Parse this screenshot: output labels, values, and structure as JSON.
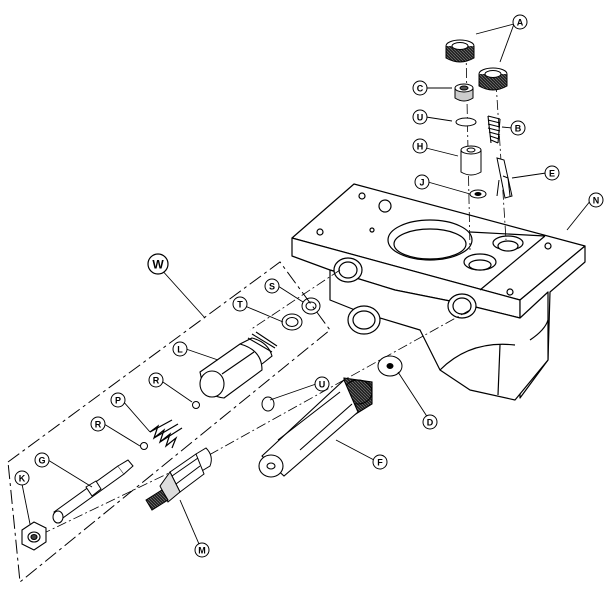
{
  "colors": {
    "line": "#000000",
    "background": "#ffffff",
    "dark_fill": "#1a1a1a",
    "mid_fill": "#bdbdbd"
  },
  "group_callout": {
    "label": "W"
  },
  "callouts": [
    {
      "id": "callout-a",
      "label": "A"
    },
    {
      "id": "callout-b",
      "label": "B"
    },
    {
      "id": "callout-c",
      "label": "C"
    },
    {
      "id": "callout-d",
      "label": "D"
    },
    {
      "id": "callout-e",
      "label": "E"
    },
    {
      "id": "callout-f",
      "label": "F"
    },
    {
      "id": "callout-g",
      "label": "G"
    },
    {
      "id": "callout-h",
      "label": "H"
    },
    {
      "id": "callout-j",
      "label": "J"
    },
    {
      "id": "callout-k",
      "label": "K"
    },
    {
      "id": "callout-l",
      "label": "L"
    },
    {
      "id": "callout-m",
      "label": "M"
    },
    {
      "id": "callout-n",
      "label": "N"
    },
    {
      "id": "callout-p",
      "label": "P"
    },
    {
      "id": "callout-r1",
      "label": "R"
    },
    {
      "id": "callout-r2",
      "label": "R"
    },
    {
      "id": "callout-s",
      "label": "S"
    },
    {
      "id": "callout-t",
      "label": "T"
    },
    {
      "id": "callout-u1",
      "label": "U"
    },
    {
      "id": "callout-u2",
      "label": "U"
    }
  ]
}
